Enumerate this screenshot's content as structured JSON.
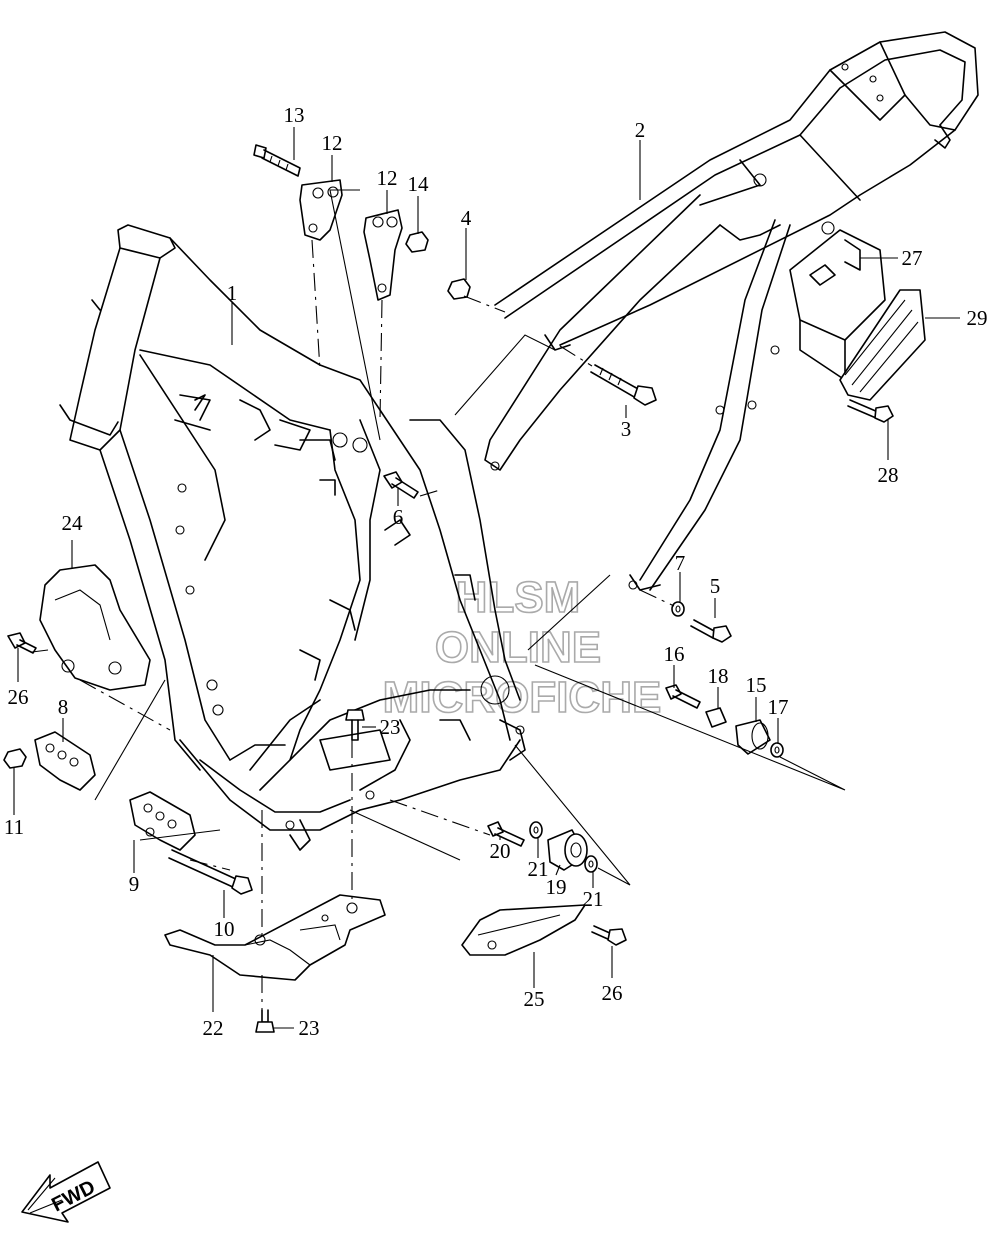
{
  "watermark": {
    "line1": "HLSM",
    "line2": "ONLINE",
    "line3": "MICROFICHE",
    "color": "#aaaaaa"
  },
  "direction_badge": {
    "label": "FWD",
    "icon": "arrow-down-left-icon"
  },
  "callouts": [
    "1",
    "2",
    "3",
    "4",
    "5",
    "6",
    "7",
    "8",
    "9",
    "10",
    "11",
    "12",
    "12",
    "13",
    "14",
    "15",
    "16",
    "17",
    "18",
    "19",
    "20",
    "21",
    "21",
    "22",
    "23",
    "23",
    "24",
    "25",
    "26",
    "26",
    "27",
    "28",
    "29"
  ]
}
